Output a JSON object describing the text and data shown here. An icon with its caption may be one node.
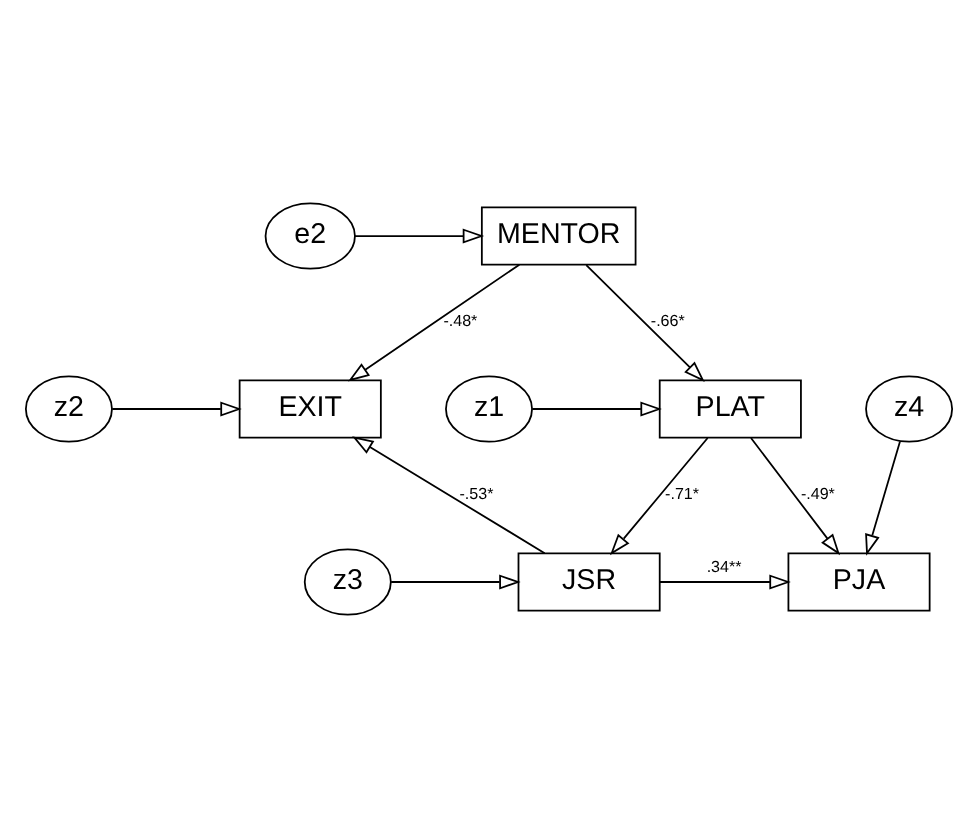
{
  "diagram": {
    "nodes": [
      {
        "text": [
          "MENTOR"
        ]
      },
      {
        "text": [
          "e2"
        ]
      },
      {
        "text": [
          "EXIT"
        ]
      },
      {
        "text": [
          "z2"
        ]
      },
      {
        "text": [
          "PLAT"
        ]
      },
      {
        "text": [
          "z1"
        ]
      },
      {
        "text": [
          "PJA"
        ]
      },
      {
        "text": [
          "JSR"
        ]
      },
      {
        "text": [
          "z3"
        ]
      },
      {
        "text": [
          "z4"
        ]
      }
    ],
    "edges": [
      {
        "from": 1,
        "to": 0,
        "arrow": "to"
      },
      {
        "from": 0,
        "to": 2,
        "arrow": "to",
        "label": "-.48*"
      },
      {
        "from": 0,
        "to": 4,
        "arrow": "to",
        "label": "-.66*"
      },
      {
        "from": 3,
        "to": 2,
        "arrow": "to"
      },
      {
        "from": 5,
        "to": 4,
        "arrow": "to"
      },
      {
        "from": 4,
        "to": 6,
        "arrow": "to",
        "label": "-.49*"
      },
      {
        "from": 4,
        "to": 7,
        "arrow": "to",
        "label": "-.71*"
      },
      {
        "from": 7,
        "to": 2,
        "arrow": "to",
        "label": "-.53*"
      },
      {
        "from": 7,
        "to": 6,
        "arrow": "to",
        "label": ".34**"
      },
      {
        "from": 8,
        "to": 7,
        "arrow": "to"
      },
      {
        "from": 9,
        "to": 6,
        "arrow": "to"
      }
    ]
  }
}
